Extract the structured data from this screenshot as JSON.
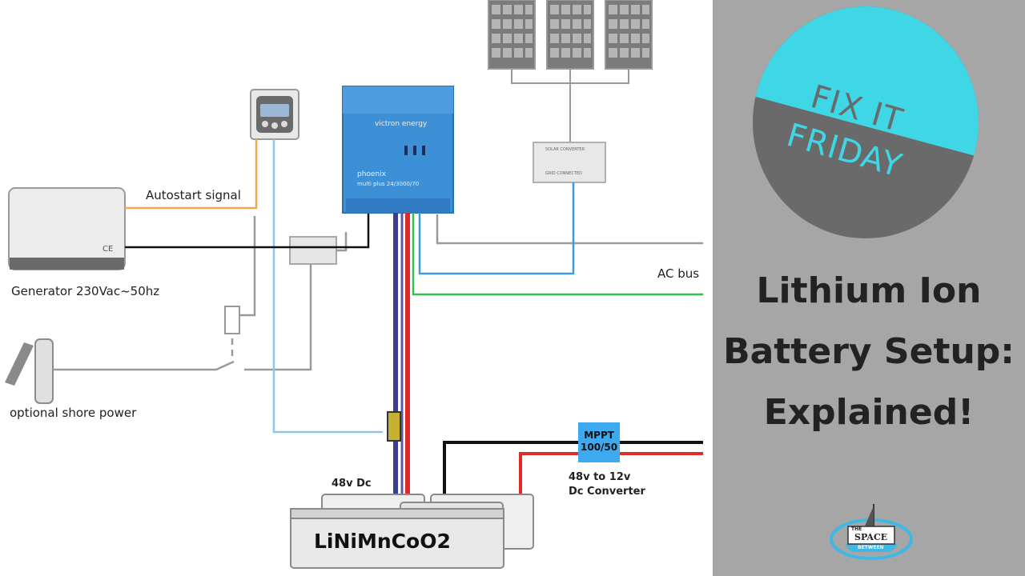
{
  "diagram": {
    "labels": {
      "autostart": "Autostart signal",
      "generator": "Generator 230Vac~50hz",
      "shore": "optional shore power",
      "ac_bus": "AC bus",
      "mppt": "MPPT\n100/50",
      "converter": "48v to 12v\nDc Converter",
      "dc48": "48v Dc",
      "battery_chem": "LiNiMnCoO2",
      "inverter_brand": "victron energy",
      "inverter_model": "phoenix",
      "inverter_sub": "multi plus 24/3000/70",
      "solar_converter": "SOLAR CONVERTER",
      "grid_connected": "GRID CONNECTED",
      "ce_mark": "CE"
    },
    "colors": {
      "orange": "#f0a94a",
      "black": "#111111",
      "blue": "#3d9ae0",
      "light_blue": "#8cc8ec",
      "green": "#2fc34a",
      "red": "#e02a2a",
      "navy": "#3a3f8f",
      "grey": "#8a8a8a",
      "victron_blue": "#3d8fd6"
    }
  },
  "panel": {
    "badge": {
      "line1": "FIX IT",
      "line2": "FRIDAY",
      "top_color": "#3fd6e6",
      "bottom_color": "#6a6a6a"
    },
    "headline": [
      "Lithium Ion",
      "Battery Setup:",
      "Explained!"
    ],
    "logo": {
      "small": "THE",
      "main": "SPACE",
      "bottom": "BETWEEN"
    }
  }
}
